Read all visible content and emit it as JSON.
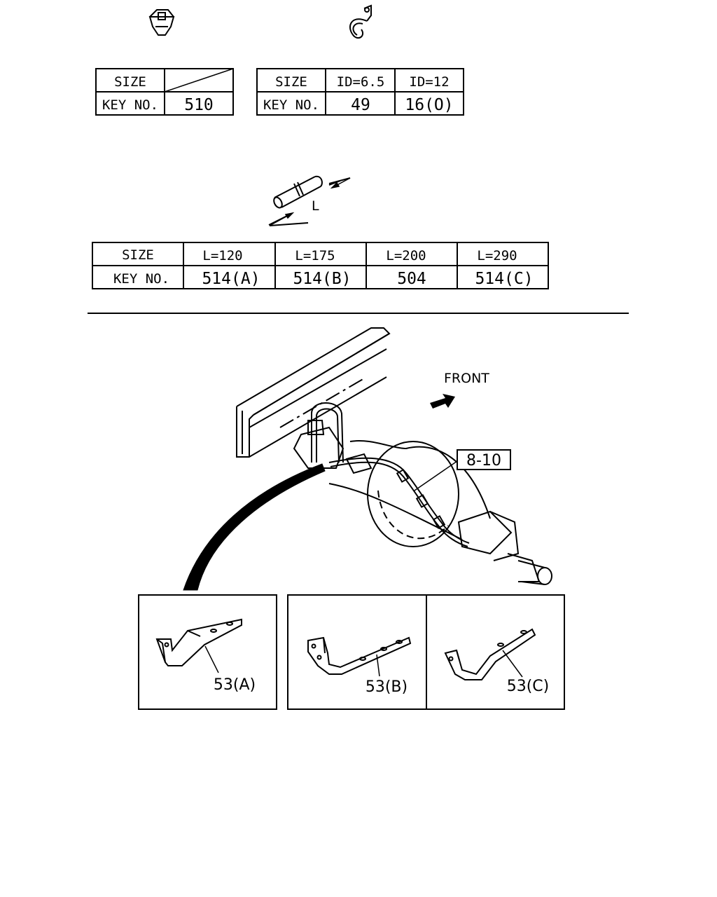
{
  "table_clip": {
    "size_label": "SIZE",
    "key_label": "KEY NO.",
    "key_value": "510"
  },
  "table_clamp": {
    "size_label": "SIZE",
    "key_label": "KEY NO.",
    "sizes": [
      "ID=6.5",
      "ID=12"
    ],
    "keys": [
      "49",
      "16(O)"
    ]
  },
  "tube": {
    "dimension_label": "L"
  },
  "table_tube": {
    "size_label": "SIZE",
    "key_label": "KEY NO.",
    "sizes": [
      "L=120",
      "L=175",
      "L=200",
      "L=290"
    ],
    "keys": [
      "514(A)",
      "514(B)",
      "504",
      "514(C)"
    ]
  },
  "assembly": {
    "front_label": "FRONT",
    "ref_label": "8-10"
  },
  "brackets": {
    "a_label": "53(A)",
    "b_label": "53(B)",
    "c_label": "53(C)"
  }
}
